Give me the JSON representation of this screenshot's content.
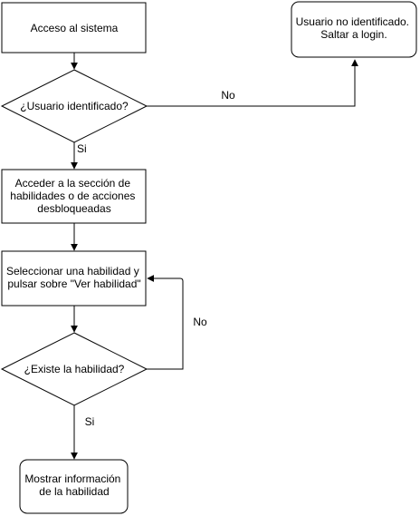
{
  "nodes": {
    "access": {
      "lines": [
        "Acceso al sistema"
      ]
    },
    "identified_check": {
      "lines": [
        "¿Usuario identificado?"
      ]
    },
    "not_identified": {
      "lines": [
        "Usuario no identificado.",
        "Saltar a login."
      ]
    },
    "section": {
      "lines": [
        "Acceder a la sección de",
        "habilidades o de acciones",
        "desbloqueadas"
      ]
    },
    "select": {
      "lines": [
        "Seleccionar una habilidad y",
        "pulsar sobre \"Ver habilidad\""
      ]
    },
    "exists_check": {
      "lines": [
        "¿Existe la habilidad?"
      ]
    },
    "show_info": {
      "lines": [
        "Mostrar información",
        "de la habilidad"
      ]
    }
  },
  "edges": {
    "no_identified": "No",
    "yes_identified": "Si",
    "no_exists": "No",
    "yes_exists": "Si"
  },
  "colors": {
    "stroke": "#000000",
    "fill": "#ffffff"
  }
}
